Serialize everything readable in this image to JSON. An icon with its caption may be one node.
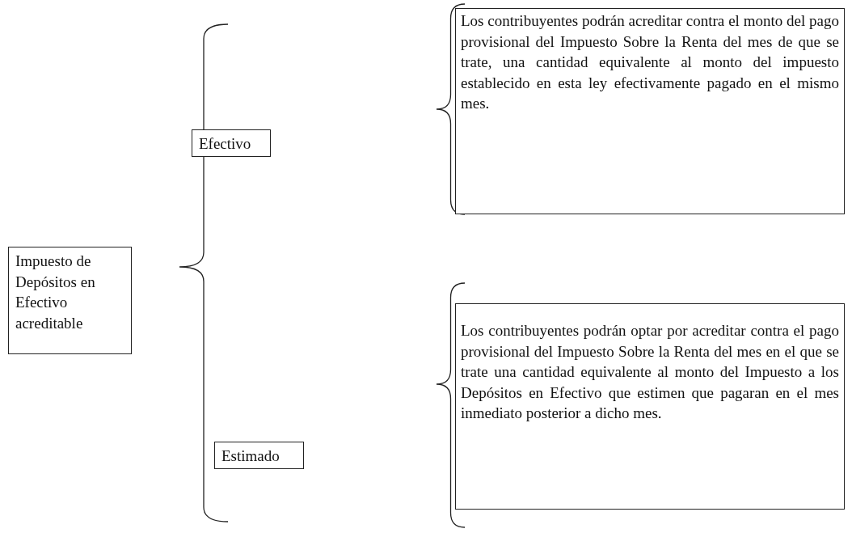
{
  "diagram": {
    "nodes": [
      {
        "text": [
          "Impuesto de Depósitos en Efectivo acreditable"
        ]
      },
      {
        "text": [
          "Efectivo"
        ]
      },
      {
        "text": [
          "Los contribuyentes podrán acreditar contra el monto del pago provisional del Impuesto Sobre la Renta del mes de que se trate, una cantidad equivalente al monto del impuesto establecido en esta ley efectivamente pagado en el mismo mes."
        ]
      },
      {
        "text": [
          "Estimado"
        ]
      },
      {
        "text": [
          "Los contribuyentes podrán optar por acreditar contra el pago provisional del Impuesto Sobre la Renta del mes en el que se trate una cantidad equivalente al monto del Impuesto a los Depósitos en Efectivo que estimen que pagaran en el mes inmediato posterior a dicho mes."
        ]
      }
    ]
  }
}
